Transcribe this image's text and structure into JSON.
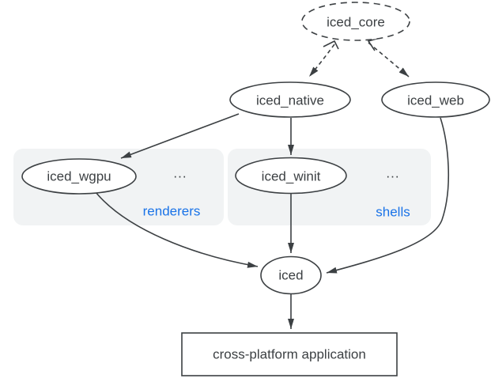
{
  "nodes": {
    "iced_core": "iced_core",
    "iced_native": "iced_native",
    "iced_web": "iced_web",
    "iced_wgpu": "iced_wgpu",
    "iced_winit": "iced_winit",
    "iced": "iced",
    "application": "cross-platform application"
  },
  "groups": {
    "renderers": {
      "label": "renderers",
      "ellipsis": "..."
    },
    "shells": {
      "label": "shells",
      "ellipsis": "..."
    }
  },
  "edges": [
    {
      "from": "iced_core",
      "to": "iced_native",
      "style": "dashed"
    },
    {
      "from": "iced_core",
      "to": "iced_web",
      "style": "dashed"
    },
    {
      "from": "iced_native",
      "to": "iced_wgpu",
      "style": "solid"
    },
    {
      "from": "iced_native",
      "to": "iced_winit",
      "style": "solid"
    },
    {
      "from": "iced_wgpu",
      "to": "iced",
      "style": "solid"
    },
    {
      "from": "iced_winit",
      "to": "iced",
      "style": "solid"
    },
    {
      "from": "iced_web",
      "to": "iced",
      "style": "solid"
    },
    {
      "from": "iced",
      "to": "cross-platform application",
      "style": "solid"
    }
  ],
  "colors": {
    "stroke_dark": "#3c4043",
    "accent_blue": "#1a73e8",
    "group_background": "#f1f3f4",
    "node_fill": "#ffffff"
  }
}
